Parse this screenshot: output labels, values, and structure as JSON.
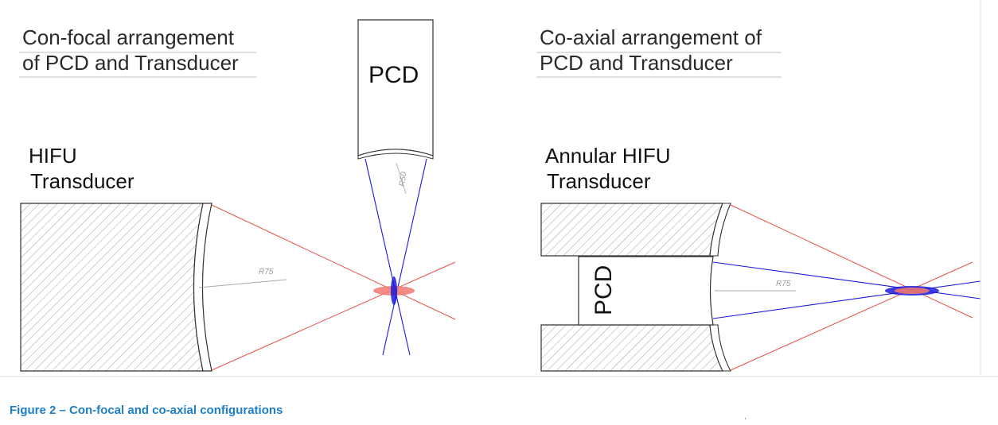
{
  "confocal": {
    "title_line1": "Con-focal arrangement",
    "title_line2": "of PCD and Transducer",
    "pcd_label": "PCD",
    "transducer_line1": "HIFU",
    "transducer_line2": "Transducer",
    "pcd_radius": "R50",
    "transducer_radius": "R75"
  },
  "coaxial": {
    "title_line1": "Co-axial arrangement of",
    "title_line2": "PCD and Transducer",
    "transducer_line1": "Annular HIFU",
    "transducer_line2": "Transducer",
    "pcd_label": "PCD",
    "radius": "R75"
  },
  "caption": "Figure 2 – Con-focal and co-axial configurations",
  "page_mark": "'",
  "colors": {
    "hifu_beam": "#e8504a",
    "pcd_beam": "#1a1adc",
    "caption": "#1c7fc6",
    "focal_spot": "#f07870"
  }
}
